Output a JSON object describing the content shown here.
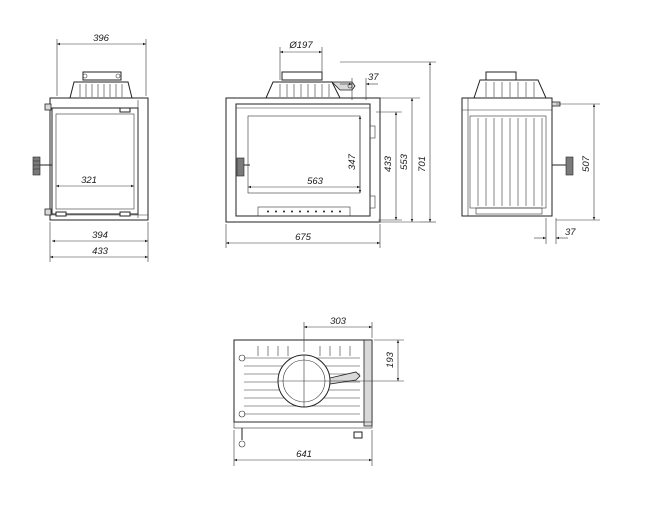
{
  "views": {
    "front": {
      "dims": {
        "top_width": "396",
        "inner_width": "321",
        "body_width": "394",
        "overall_width": "433"
      }
    },
    "side": {
      "dims": {
        "flue_diameter": "Ø197",
        "flue_offset": "37",
        "overall_width": "675",
        "glass_width": "563",
        "glass_height": "347",
        "opening_height": "433",
        "body_height": "553",
        "overall_height": "701"
      }
    },
    "rear": {
      "dims": {
        "handle_height": "507",
        "depth_offset": "37"
      }
    },
    "top": {
      "dims": {
        "flue_center_x": "303",
        "flue_center_y": "193",
        "overall_depth": "641"
      }
    }
  }
}
